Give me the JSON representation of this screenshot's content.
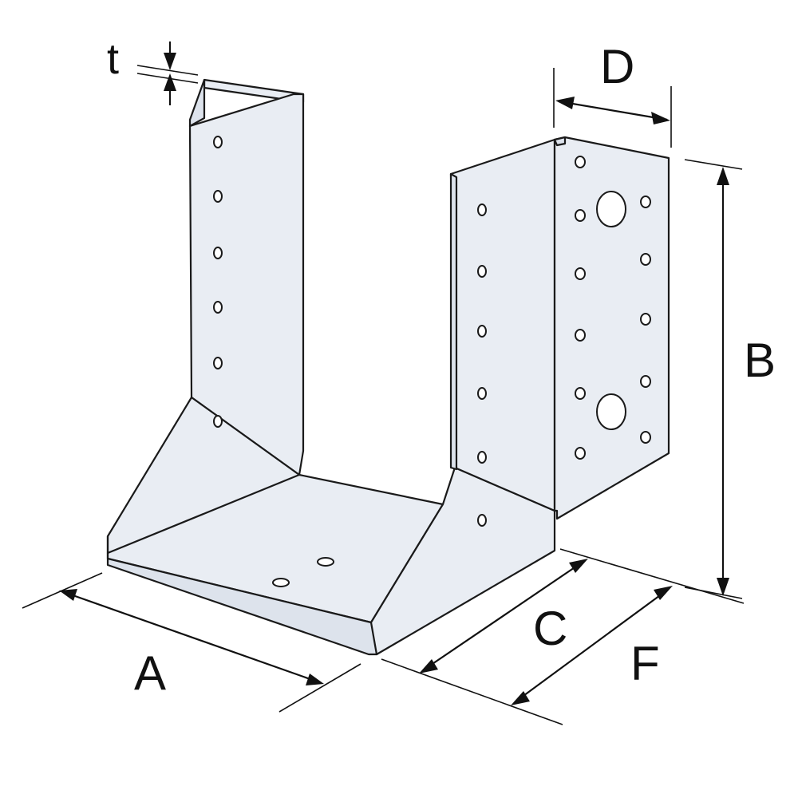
{
  "labels": {
    "a": "A",
    "b": "B",
    "c": "C",
    "d": "D",
    "f": "F",
    "t": "t"
  }
}
